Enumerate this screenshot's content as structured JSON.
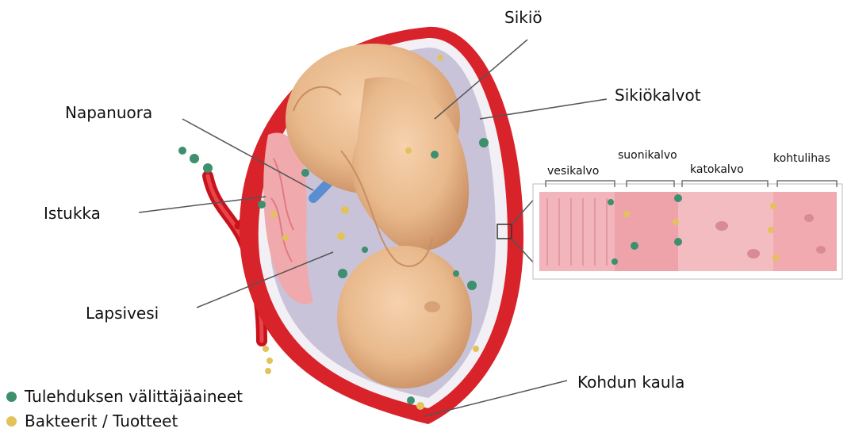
{
  "labels": {
    "sikio": "Sikiö",
    "sikiokalvot": "Sikiökalvot",
    "napanuora": "Napanuora",
    "istukka": "Istukka",
    "lapsivesi": "Lapsivesi",
    "kohdun_kaula": "Kohdun kaula"
  },
  "inset_layers": {
    "vesikalvo": "vesikalvo",
    "suonikalvo": "suonikalvo",
    "katokalvo": "katokalvo",
    "kohtulihas": "kohtulihas"
  },
  "legend": [
    {
      "text": "Tulehduksen välittäjäaineet",
      "color": "#3d8f6e"
    },
    {
      "text": "Bakteerit / Tuotteet",
      "color": "#e3c25a"
    }
  ],
  "colors": {
    "uterus": "#d8232a",
    "membrane": "#c9c3d9",
    "fetus": "#e8b98c",
    "placenta": "#f0a9ac",
    "tissue": "#f2b3b7"
  }
}
